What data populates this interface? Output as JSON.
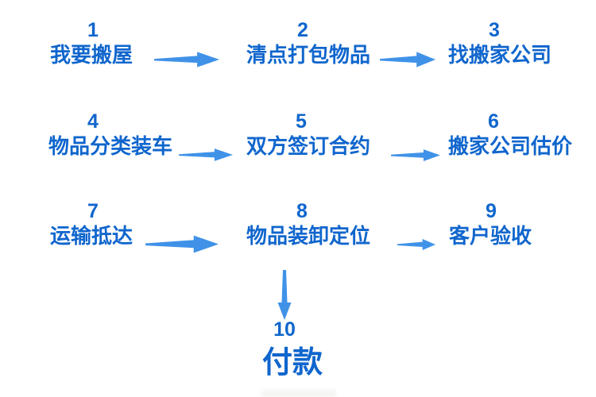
{
  "colors": {
    "background": "#ffffff",
    "text_blue": "#1066cd",
    "arrow_blue": "#4092e8"
  },
  "flowchart": {
    "description": "moving-house process flow, numbered steps connected by arrows",
    "steps": [
      {
        "number": "1",
        "label": "我要搬屋"
      },
      {
        "number": "2",
        "label": "清点打包物品"
      },
      {
        "number": "3",
        "label": "找搬家公司"
      },
      {
        "number": "4",
        "label": "物品分类装车"
      },
      {
        "number": "5",
        "label": "双方签订合约"
      },
      {
        "number": "6",
        "label": "搬家公司估价"
      },
      {
        "number": "7",
        "label": "运输抵达"
      },
      {
        "number": "8",
        "label": "物品装卸定位"
      },
      {
        "number": "9",
        "label": "客户验收"
      },
      {
        "number": "10",
        "label": "付款"
      }
    ],
    "connections": [
      {
        "from": "1",
        "to": "2",
        "direction": "right"
      },
      {
        "from": "2",
        "to": "3",
        "direction": "right"
      },
      {
        "from": "4",
        "to": "5",
        "direction": "right"
      },
      {
        "from": "5",
        "to": "6",
        "direction": "right"
      },
      {
        "from": "7",
        "to": "8",
        "direction": "right"
      },
      {
        "from": "8",
        "to": "9",
        "direction": "right"
      },
      {
        "from": "8",
        "to": "10",
        "direction": "down"
      }
    ]
  }
}
